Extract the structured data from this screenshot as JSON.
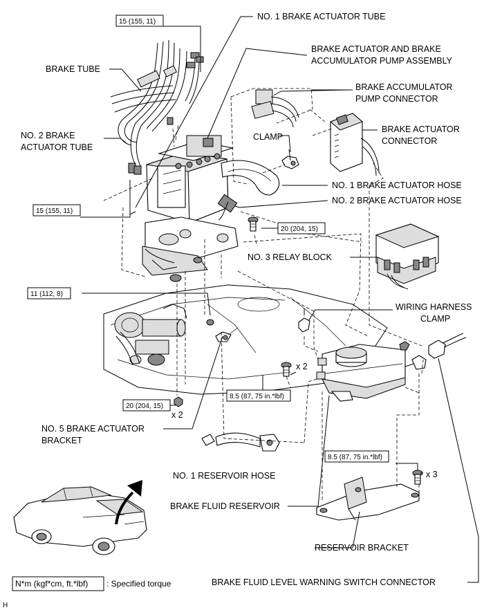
{
  "labels": {
    "no1_tube": "NO. 1 BRAKE ACTUATOR TUBE",
    "assembly_1": "BRAKE ACTUATOR AND BRAKE",
    "assembly_2": "ACCUMULATOR PUMP ASSEMBLY",
    "brake_tube": "BRAKE TUBE",
    "pump_conn_1": "BRAKE ACCUMULATOR",
    "pump_conn_2": "PUMP CONNECTOR",
    "no2_tube_1": "NO. 2 BRAKE",
    "no2_tube_2": "ACTUATOR TUBE",
    "clamp": "CLAMP",
    "act_conn_1": "BRAKE ACTUATOR",
    "act_conn_2": "CONNECTOR",
    "no1_hose": "NO. 1 BRAKE ACTUATOR HOSE",
    "no2_hose": "NO. 2 BRAKE ACTUATOR HOSE",
    "relay_block": "NO. 3 RELAY BLOCK",
    "harness_clamp_1": "WIRING HARNESS",
    "harness_clamp_2": "CLAMP",
    "no5_bracket_1": "NO. 5 BRAKE ACTUATOR",
    "no5_bracket_2": "BRACKET",
    "reservoir_hose": "NO. 1 RESERVOIR HOSE",
    "fluid_reservoir": "BRAKE FLUID RESERVOIR",
    "reservoir_bracket": "RESERVOIR BRACKET",
    "level_switch_conn": "BRAKE FLUID LEVEL WARNING SWITCH CONNECTOR"
  },
  "torque": {
    "t_top": "15 (155, 11)",
    "t_left": "15 (155, 11)",
    "t_bolt": "20 (204, 15)",
    "t_bracket": "11 (112, 8)",
    "t_res": "8.5 (87, 75 in.*lbf)",
    "t_nut": "20 (204, 15)",
    "t_rb": "8.5 (87, 75 in.*lbf)"
  },
  "quantities": {
    "q_res": "x 2",
    "q_nut": "x 2",
    "q_rb": "x 3"
  },
  "legend": {
    "box": "N*m (kgf*cm, ft.*lbf)",
    "desc": ": Specified torque"
  },
  "footer_mark": "H"
}
